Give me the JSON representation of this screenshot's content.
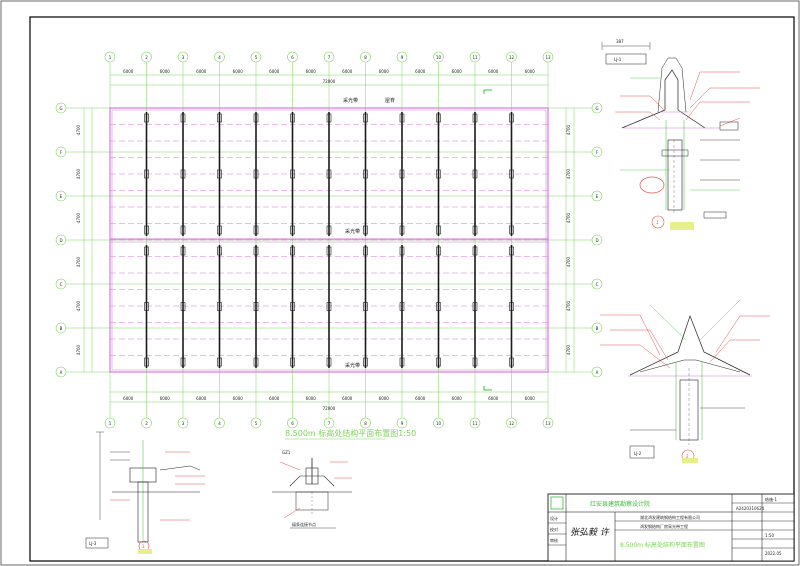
{
  "drawing": {
    "axis_numbers": [
      "1",
      "2",
      "3",
      "4",
      "5",
      "6",
      "7",
      "8",
      "9",
      "10",
      "11",
      "12",
      "13"
    ],
    "axis_letters": [
      "G",
      "F",
      "E",
      "D",
      "C",
      "B",
      "A"
    ],
    "span_dims": [
      "6000",
      "6000",
      "6000",
      "6000",
      "6000",
      "6000",
      "6000",
      "6000",
      "6000",
      "6000",
      "6000",
      "6000"
    ],
    "bay_dims": [
      "4700",
      "4700",
      "4700",
      "4700",
      "4700",
      "4700"
    ],
    "overall_dim": "72000",
    "plan_labels": {
      "skylight_top": "采光带",
      "ridge_top": "屋脊",
      "skylight_mid": "采光带",
      "skylight_bottom": "采光带"
    },
    "plan_title": "8.500m  标高处结构平面布置图1:50",
    "details": {
      "lj1_tag": "LJ-1",
      "lj1_circle": "1",
      "lj1_dim": "387",
      "lj2_tag": "LJ-2",
      "lj2_circle": "2",
      "lj3_tag": "LJ-3",
      "lj3_circle": "3",
      "node_tag": "GZ1",
      "node_caption": "檩条连接节点"
    }
  },
  "title_block": {
    "institute": "红安县建筑勘察设计院",
    "project_owner": "湖北鸿发建筑钢结构工程有限公司",
    "project_name": "鸿发钢结构厂房采光带工程",
    "drawing_name": "8.500m 标高处结构平面布置图",
    "drawing_no": "A2420310624",
    "scale": "1:50",
    "sheet": "结施-1",
    "date": "2022.05",
    "designer_label": "设计",
    "checker_label": "校对",
    "approver_label": "审核",
    "signature": "张弘毅 许"
  },
  "colors": {
    "grid": "#7dd35a",
    "purlin": "#d27bd8",
    "member": "#1a1a1a",
    "frame": "#000000"
  }
}
